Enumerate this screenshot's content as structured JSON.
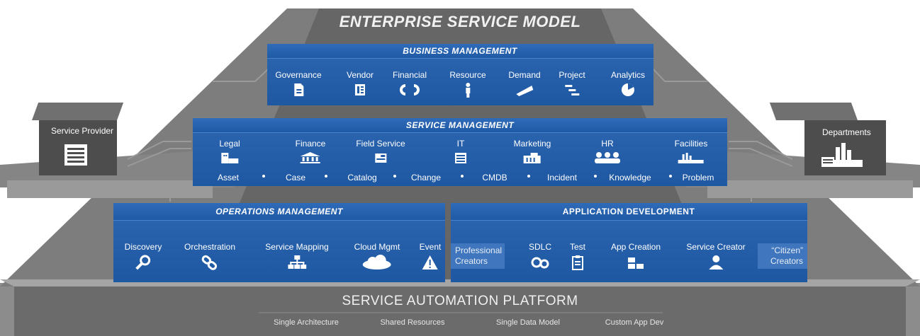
{
  "diagram": {
    "title": "ENTERPRISE SERVICE MODEL",
    "business": {
      "title": "BUSINESS MANAGEMENT",
      "items": [
        {
          "label": "Governance",
          "icon": "document-icon"
        },
        {
          "label": "Vendor",
          "icon": "contract-icon"
        },
        {
          "label": "Financial",
          "icon": "money-cycle-icon"
        },
        {
          "label": "Resource",
          "icon": "person-icon"
        },
        {
          "label": "Demand",
          "icon": "megaphone-icon"
        },
        {
          "label": "Project",
          "icon": "gantt-icon"
        },
        {
          "label": "Analytics",
          "icon": "pie-chart-icon"
        }
      ]
    },
    "service": {
      "title": "SERVICE MANAGEMENT",
      "items": [
        {
          "label": "Legal",
          "icon": "legal-building-icon"
        },
        {
          "label": "Finance",
          "icon": "bank-icon"
        },
        {
          "label": "Field Service",
          "icon": "field-service-icon"
        },
        {
          "label": "IT",
          "icon": "server-icon"
        },
        {
          "label": "Marketing",
          "icon": "marketing-building-icon"
        },
        {
          "label": "HR",
          "icon": "people-icon"
        },
        {
          "label": "Facilities",
          "icon": "factory-icon"
        }
      ],
      "processes": [
        "Asset",
        "Case",
        "Catalog",
        "Change",
        "CMDB",
        "Incident",
        "Knowledge",
        "Problem"
      ]
    },
    "operations": {
      "title": "OPERATIONS MANAGEMENT",
      "items": [
        {
          "label": "Discovery",
          "icon": "magnifier-icon"
        },
        {
          "label": "Orchestration",
          "icon": "chain-link-icon"
        },
        {
          "label": "Service Mapping",
          "icon": "hierarchy-icon"
        },
        {
          "label": "Cloud Mgmt",
          "icon": "cloud-icon"
        },
        {
          "label": "Event",
          "icon": "warning-icon"
        }
      ]
    },
    "appdev": {
      "title": "APPLICATION DEVELOPMENT",
      "professional": [
        "Professional",
        "Creators"
      ],
      "citizen": [
        "“Citizen”",
        "Creators"
      ],
      "items": [
        {
          "label": "SDLC",
          "icon": "gears-icon"
        },
        {
          "label": "Test",
          "icon": "clipboard-icon"
        },
        {
          "label": "App Creation",
          "icon": "app-blocks-icon"
        },
        {
          "label": "Service Creator",
          "icon": "user-icon"
        }
      ]
    },
    "left_box": {
      "label": "Service Provider",
      "icon": "office-building-icon"
    },
    "right_box": {
      "label": "Departments",
      "icon": "factory-icon"
    },
    "platform": {
      "title": "SERVICE AUTOMATION PLATFORM",
      "features": [
        "Single Architecture",
        "Shared Resources",
        "Single Data Model",
        "Custom App Dev"
      ]
    },
    "colors": {
      "blue": "#1f5aa6",
      "gray_dark": "#5a5a5a",
      "gray_light": "#8a8a8a"
    }
  }
}
